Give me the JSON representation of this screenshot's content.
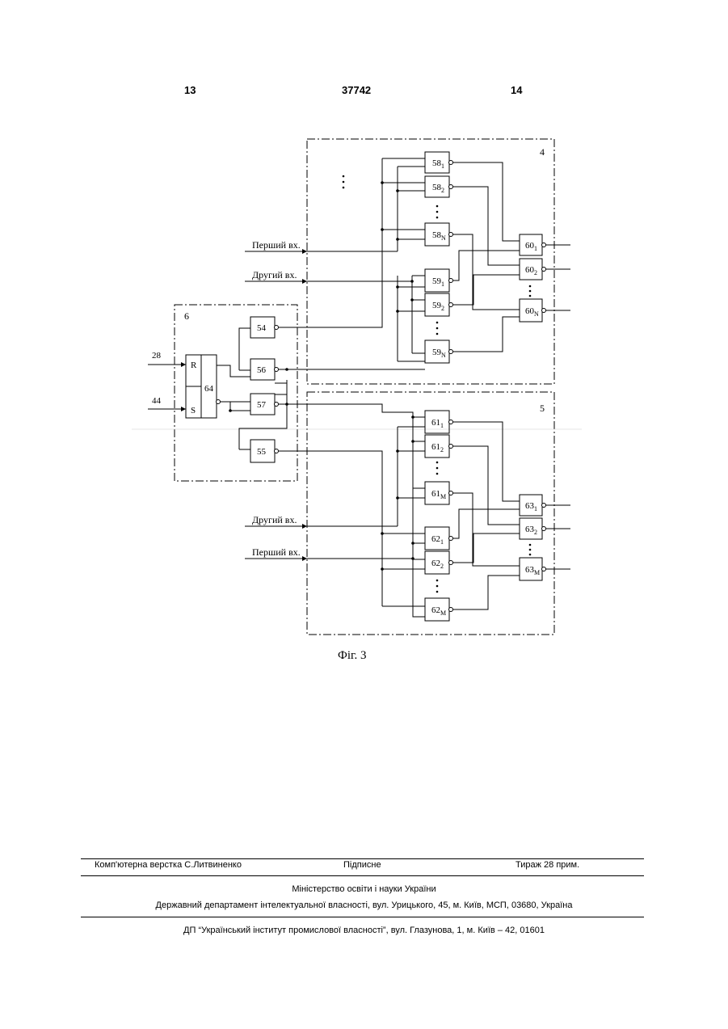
{
  "header": {
    "page_left": "13",
    "patent_number": "37742",
    "page_right": "14"
  },
  "figure": {
    "caption": "Фіг. 3",
    "block_labels": {
      "upper": "4",
      "lower": "5",
      "control": "6"
    },
    "signal_labels": {
      "first_input_upper": "Перший вх.",
      "second_input_upper": "Другий вх.",
      "second_input_lower": "Другий вх.",
      "first_input_lower": "Перший вх."
    },
    "input_numbers": {
      "r_input": "28",
      "s_input": "44"
    },
    "trigger": {
      "label": "64",
      "r": "R",
      "s": "S"
    },
    "control_gates": [
      "54",
      "56",
      "57",
      "55"
    ],
    "gates_58": [
      {
        "num": "58",
        "sub": "1"
      },
      {
        "num": "58",
        "sub": "2"
      },
      {
        "num": "58",
        "sub": "N"
      }
    ],
    "gates_59": [
      {
        "num": "59",
        "sub": "1"
      },
      {
        "num": "59",
        "sub": "2"
      },
      {
        "num": "59",
        "sub": "N"
      }
    ],
    "gates_60": [
      {
        "num": "60",
        "sub": "1"
      },
      {
        "num": "60",
        "sub": "2"
      },
      {
        "num": "60",
        "sub": "N"
      }
    ],
    "gates_61": [
      {
        "num": "61",
        "sub": "1"
      },
      {
        "num": "61",
        "sub": "2"
      },
      {
        "num": "61",
        "sub": "M"
      }
    ],
    "gates_62": [
      {
        "num": "62",
        "sub": "1"
      },
      {
        "num": "62",
        "sub": "2"
      },
      {
        "num": "62",
        "sub": "M"
      }
    ],
    "gates_63": [
      {
        "num": "63",
        "sub": "1"
      },
      {
        "num": "63",
        "sub": "2"
      },
      {
        "num": "63",
        "sub": "M"
      }
    ]
  },
  "footer": {
    "typesetting": "Комп'ютерна верстка С.Литвиненко",
    "signed": "Підписне",
    "circulation": "Тираж 28 прим.",
    "ministry": "Міністерство освіти і науки України",
    "department": "Державний департамент інтелектуальної власності, вул. Урицького, 45, м. Київ, МСП, 03680, Україна",
    "institute": "ДП “Український інститут промислової власності”, вул. Глазунова, 1, м. Київ – 42, 01601"
  }
}
